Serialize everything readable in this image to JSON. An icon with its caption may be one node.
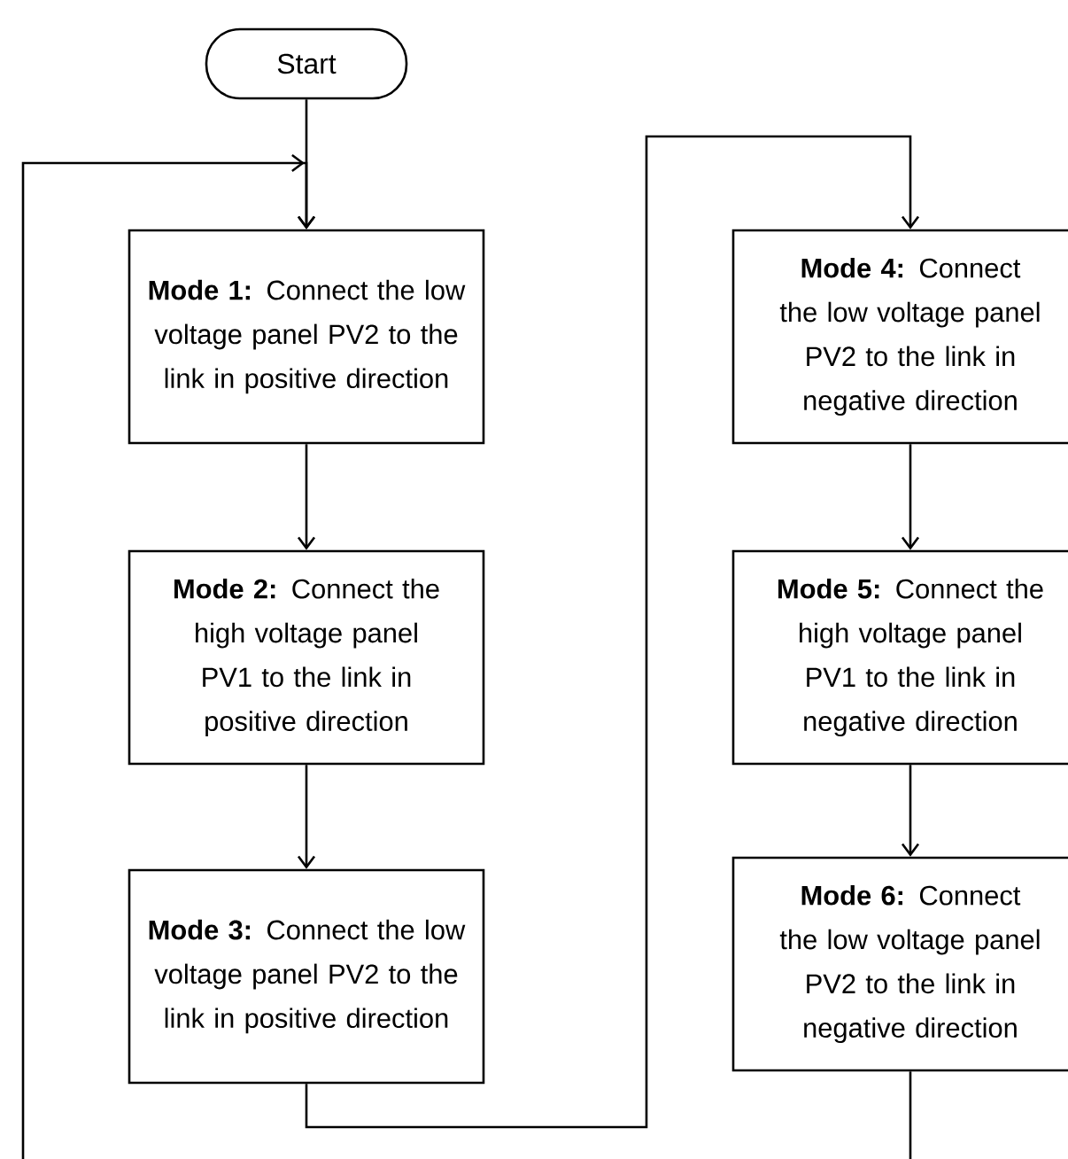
{
  "diagram": {
    "nodes": [
      {
        "text": [
          "Start"
        ]
      },
      {
        "text": [
          "**Mode 1:** Connect the low voltage panel PV2 to the link in positive direction"
        ]
      },
      {
        "text": [
          "**Mode 2:** Connect the high voltage panel PV1 to the link in positive direction"
        ]
      },
      {
        "text": [
          "**Mode 3:** Connect the low voltage panel PV2 to the link in positive direction"
        ]
      },
      {
        "text": [
          "**Mode 4:** Connect the low voltage panel PV2 to the link in negative direction"
        ]
      },
      {
        "text": [
          "**Mode 5:** Connect the high voltage panel PV1 to the link in negative direction"
        ]
      },
      {
        "text": [
          "**Mode 6:** Connect the low voltage panel PV2 to the link in negative direction"
        ]
      }
    ],
    "edges": [
      {
        "from": 0,
        "to": 1,
        "arrow": "to"
      },
      {
        "from": 1,
        "to": 2,
        "arrow": "to"
      },
      {
        "from": 2,
        "to": 3,
        "arrow": "to"
      },
      {
        "from": 3,
        "to": 4,
        "arrow": "to"
      },
      {
        "from": 4,
        "to": 5,
        "arrow": "to"
      },
      {
        "from": 5,
        "to": 6,
        "arrow": "to"
      },
      {
        "from": 6,
        "to": null,
        "arrow": "none"
      },
      {
        "from": null,
        "to": 1,
        "arrow": "to"
      }
    ]
  }
}
